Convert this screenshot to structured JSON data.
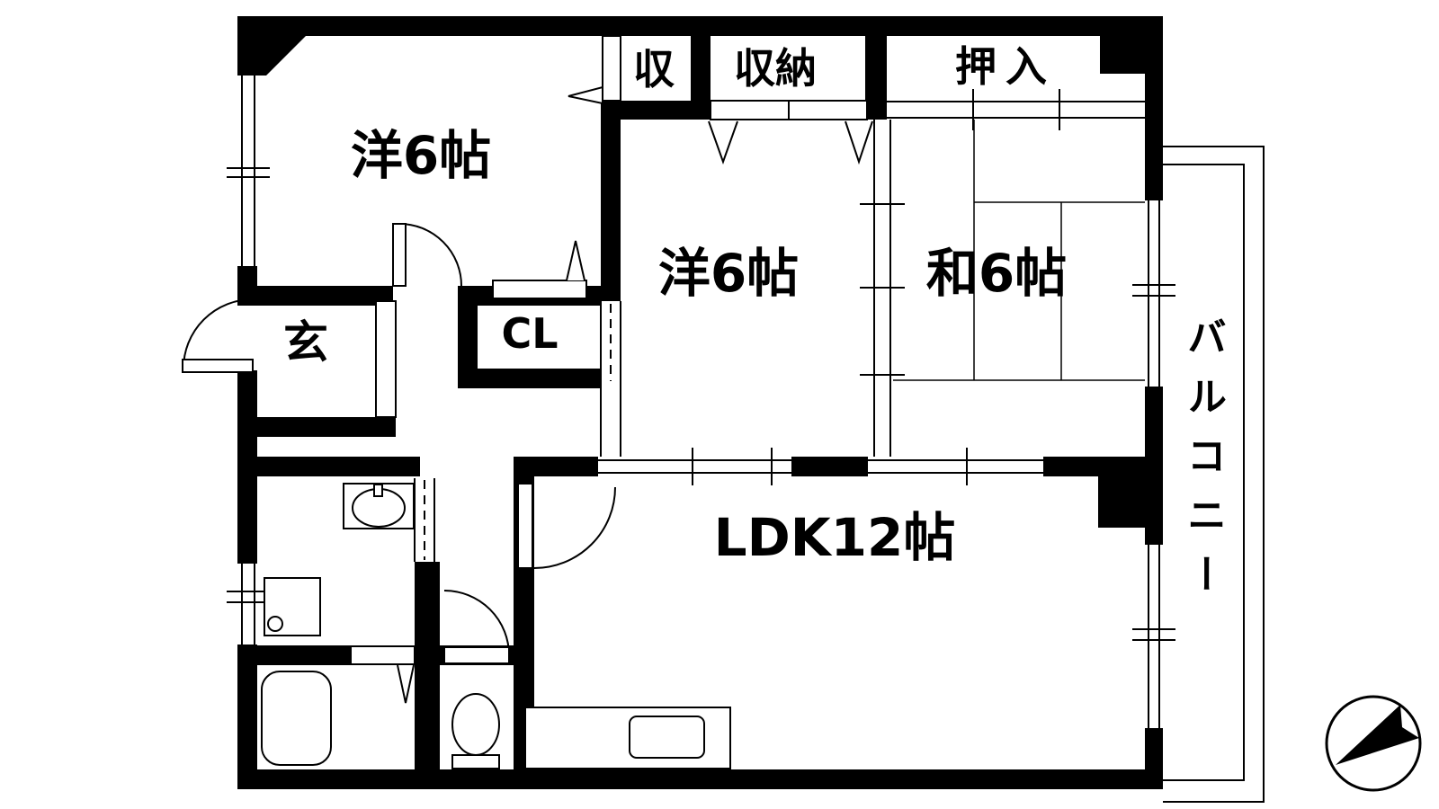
{
  "floorplan": {
    "title": "2LDK+S apartment floor plan",
    "colors": {
      "wall": "#000000",
      "background": "#ffffff",
      "line": "#000000"
    },
    "rooms": {
      "western_top": {
        "label": "洋6帖"
      },
      "western_middle": {
        "label": "洋6帖"
      },
      "japanese_room": {
        "label": "和6帖"
      },
      "ldk": {
        "label": "LDK12帖"
      },
      "entrance": {
        "label": "玄"
      },
      "closet_cl": {
        "label": "CL"
      },
      "storage_shu": {
        "label": "収"
      },
      "storage_shuno": {
        "label": "収納"
      },
      "oshiire": {
        "label": "押入"
      },
      "balcony": {
        "label": "バルコニー"
      }
    },
    "fixtures": [
      "bathtub",
      "toilet",
      "washbasin-vanity",
      "washing-machine-pan",
      "kitchen-counter-sink",
      "shoe-cabinet",
      "north-arrow-compass"
    ],
    "symbols": {
      "compass": "black dart arrow in circle pointing upper-right",
      "doors": "quarter-circle swing arcs, folding-door V marks, dashed sliding door",
      "windows": "double-line wall openings with tick marks"
    }
  }
}
